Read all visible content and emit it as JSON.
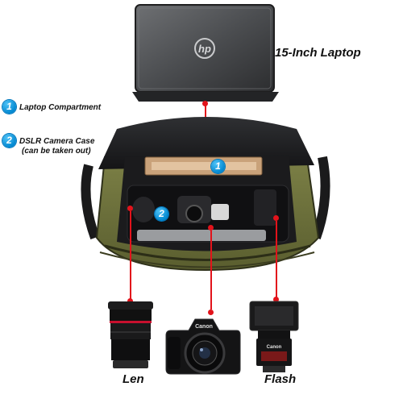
{
  "labels": {
    "laptop": "15-Inch Laptop",
    "laptop_compartment": "Laptop Compartment",
    "dslr_case_line1": "DSLR Camera Case",
    "dslr_case_line2": "(can be taken out)",
    "lens": "Len",
    "flash": "Flash"
  },
  "badges": {
    "one": "1",
    "two": "2"
  },
  "brand": {
    "laptop_logo": "hp",
    "camera_brand": "Canon",
    "flash_brand": "Canon"
  },
  "colors": {
    "accent_red": "#e2131b",
    "badge_blue": "#0288d1",
    "bag_olive": "#6b6f3c"
  }
}
